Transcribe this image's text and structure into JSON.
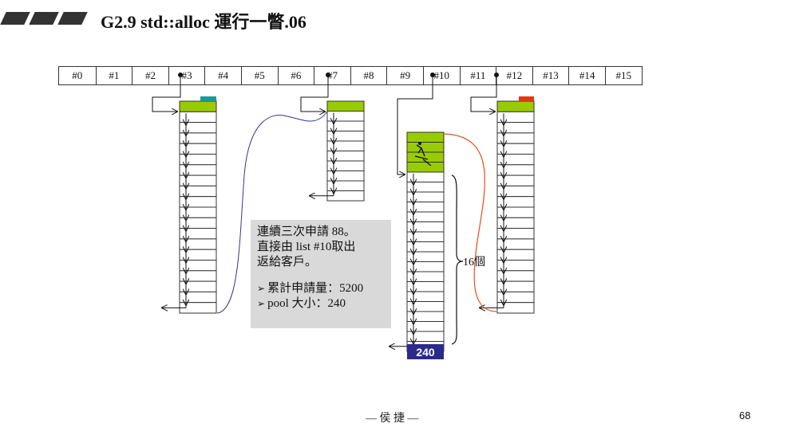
{
  "title": "G2.9 std::alloc 運行一瞥.06",
  "free_list_slots": [
    "#0",
    "#1",
    "#2",
    "#3",
    "#4",
    "#5",
    "#6",
    "#7",
    "#8",
    "#9",
    "#10",
    "#11",
    "#12",
    "#13",
    "#14",
    "#15"
  ],
  "note": {
    "line1": "連續三次申請 88。",
    "line2": "直接由 list #10取出",
    "line3": "返給客戶。",
    "bullet1": "累計申請量：5200",
    "bullet2": "pool 大小：240"
  },
  "brace_label": "16個",
  "pool_label": "240",
  "footer": "— 侯 捷 —",
  "page_number": "68",
  "colors": {
    "chunk_green": "#99cc00",
    "teal_marker": "#199b9b",
    "red_marker": "#ee3311",
    "pool_blue": "#2a2a8a",
    "curve_blue": "#333399",
    "curve_orange": "#e05020",
    "note_bg": "#d9d9d9"
  }
}
